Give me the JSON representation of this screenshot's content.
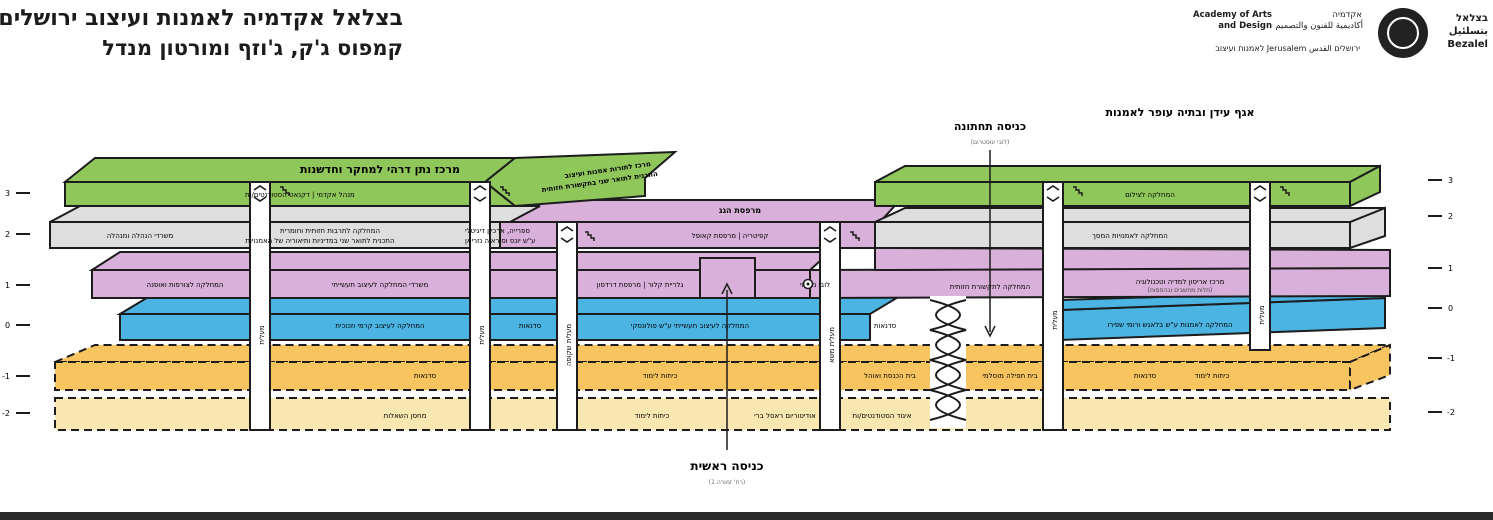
{
  "header": {
    "title_line1": "בצלאל אקדמיה לאמנות ועיצוב ירושלים",
    "title_line2": "קמפוס ג'ק, ג'וזף ומורטון מנדל",
    "logo_hebrew": "אקדמיה",
    "logo_english_line1": "Academy of Arts",
    "logo_english_line2": "and Design",
    "logo_arabic": "أكاديمية للفنون والتصميم",
    "logo_mixed": "לאמנות ועיצוב Jerusalem ירושלים القدس",
    "brand_line1": "בצלאל",
    "brand_line2": "بتسلئيل",
    "brand_line3": "Bezalel"
  },
  "diagram": {
    "wing_right_title": "אגף עידן ובתיה עופר לאמנות",
    "entrance_lower": "כניסה תחתונה",
    "entrance_lower_sub": "(לובי עוסטרום)",
    "entrance_main": "כניסה ראשית",
    "entrance_main_sub": "(רח' זמורה 1)",
    "research_center": "מרכז נתן דרהי למחקר וחדשנות",
    "research_center_side1": "מרכז לתורות אמנות ועיצוב",
    "research_center_side2": "התכנית לתואר שני בתקשורת חזותית",
    "roof_terrace": "מרפסת הגג",
    "levels_left": [
      "3",
      "2",
      "1",
      "0",
      "-1",
      "-2"
    ],
    "levels_right": [
      "3",
      "2",
      "1",
      "0",
      "-1",
      "-2"
    ],
    "labels": {
      "lvl3_left": "מנהל אקדמי | דקנאט הסטודנטים/ות",
      "lvl3_right": "המחלקה לצילום",
      "lvl2_left_a": "משרדי הנהלה ומנהלה",
      "lvl2_left_b1": "המחלקה לתרבות חזותית וחומרית",
      "lvl2_left_b2": "התכנית לתואר שני במדיניות ותיאוריה של האמנויות",
      "lvl2_library1": "ספרייה, ארכיון דיגיטלי",
      "lvl2_library2": "ע\"ש יונס וסוראיה נזריאן",
      "lvl2_cafe": "קפיטריה | מרפסת קאופל",
      "lvl2_right": "המחלקה לאמנויות המסך",
      "lvl1_left": "המחלקה לצורפות ואופנה",
      "lvl1_industrial": "משרדי המחלקה לעיצוב תעשייתי",
      "lvl1_gallery": "גלריית קלור | מרפסת דרדסון",
      "lvl1_lobby": "לובי מרכזי",
      "lvl1_visual": "המחלקה לתקשורת חזותית",
      "lvl1_right1": "מרכז אריסון למדיה וטכנולוגיה",
      "lvl1_right2": "(חלות מחשבים ובהפסות)",
      "lvl0_ceramics": "המחלקה לעיצוב קרמי וזכוכית",
      "lvl0_studios_a": "סדנאות",
      "lvl0_industrial": "המחלקה לעיצוב תעשייתי ע\"ש פולונסקי",
      "lvl0_studios_b": "סדנאות",
      "lvl0_fine_art": "המחלקה לאמנות ע\"ש בלאגש ורומי שפירו",
      "lvlm1_studios_a": "סדנאות",
      "lvlm1_classes_a": "כיתות לימוד",
      "lvlm1_synagogue": "בית הכנסת ואוהל",
      "lvlm1_mosque": "בית תפילה מוסלמי",
      "lvlm1_studios_b": "סדנאות",
      "lvlm1_classes_b": "כיתות לימוד",
      "lvlm2_storage": "מחסן השאלות",
      "lvlm2_classes": "כיתות לימוד",
      "lvlm2_auditorium": "אודיטוריום ראסל ברי",
      "lvlm2_union": "איגוד הסטודנטים/ות",
      "elevator": "מעלית",
      "elevator_stage": "מעלית שקופה",
      "elevator_freight": "מעלית משא"
    },
    "colors": {
      "green": "#8fc75b",
      "grey": "#dedede",
      "pink": "#d9b0d9",
      "blue": "#4cb4e2",
      "orange": "#f8c45f",
      "cream": "#f8e7b0",
      "outline": "#1c1c1c"
    }
  }
}
